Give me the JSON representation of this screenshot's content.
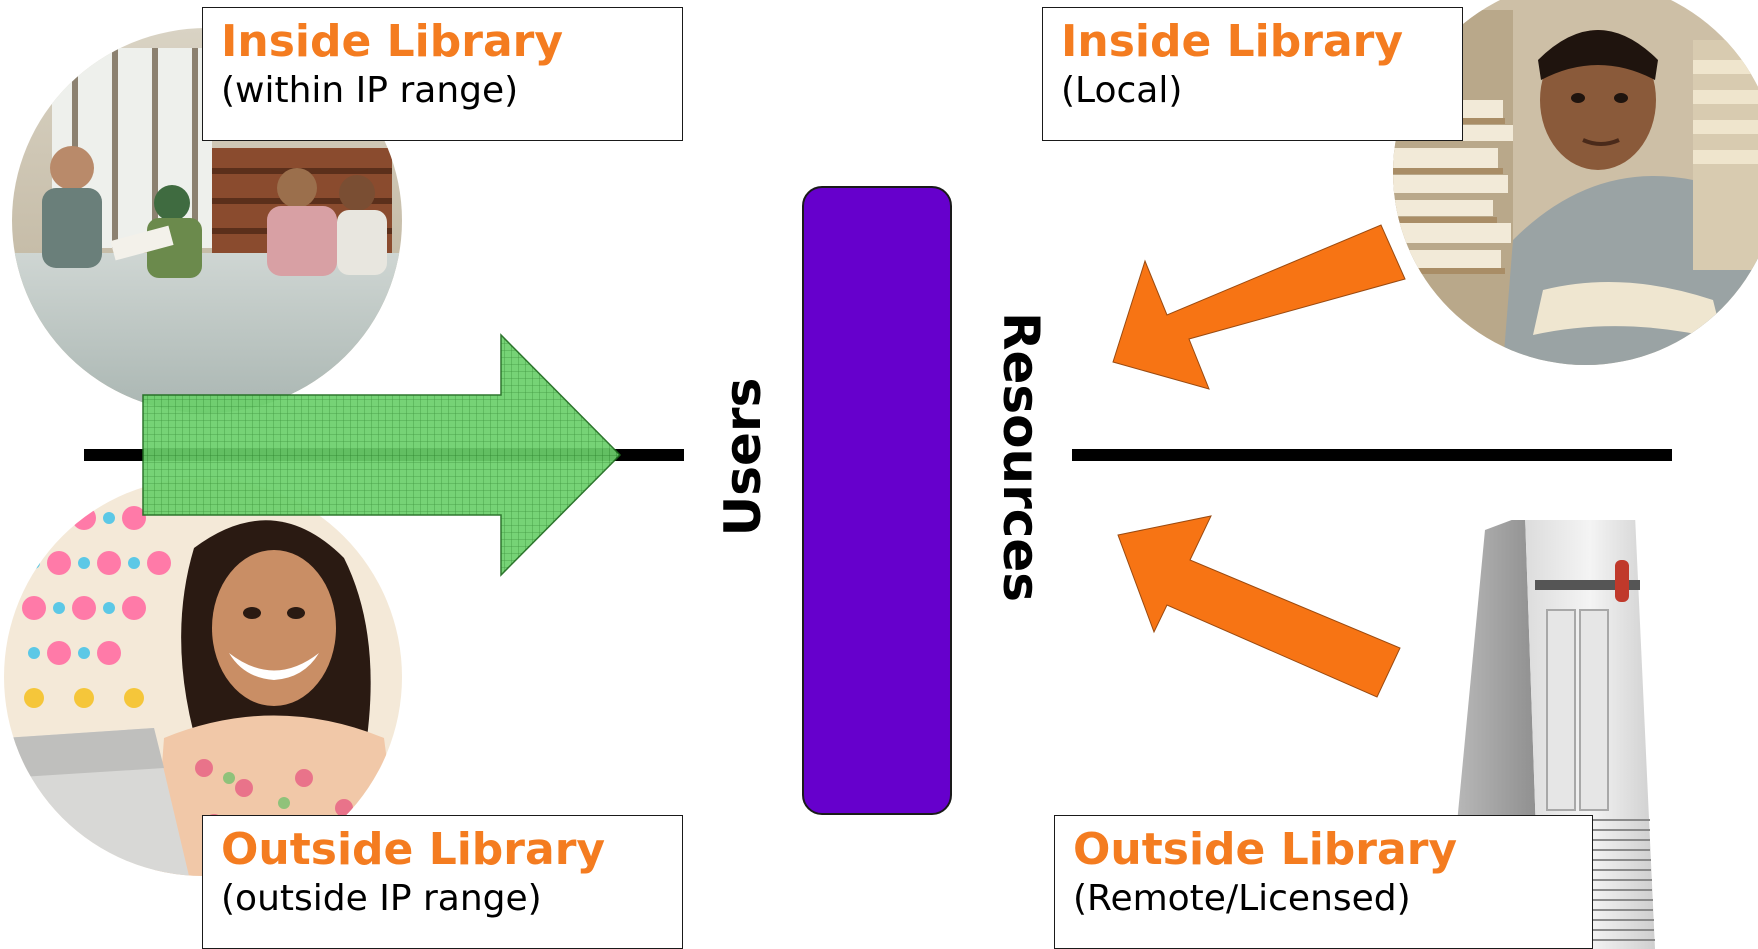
{
  "colors": {
    "label_orange": "#f47c20",
    "central_bar": "#6600cc",
    "green_arrow": "#66cc66",
    "green_arrow_stroke": "#1d6b1d",
    "orange_arrow": "#f77414",
    "line": "#000000"
  },
  "labels": {
    "users": "Users",
    "resources": "Resources"
  },
  "boxes": {
    "users_inside": {
      "title": "Inside Library",
      "subtitle": "(within IP range)"
    },
    "users_outside": {
      "title": "Outside Library",
      "subtitle": "(outside IP range)"
    },
    "resources_inside": {
      "title": "Inside Library",
      "subtitle": "(Local)"
    },
    "resources_outside": {
      "title": "Outside Library",
      "subtitle": "(Remote/Licensed)"
    }
  },
  "photos": {
    "users_inside": "library-reading-room-photo",
    "users_outside": "woman-with-laptop-photo",
    "resources_inside": "boy-with-books-photo",
    "resources_outside": "server-tower-photo"
  }
}
